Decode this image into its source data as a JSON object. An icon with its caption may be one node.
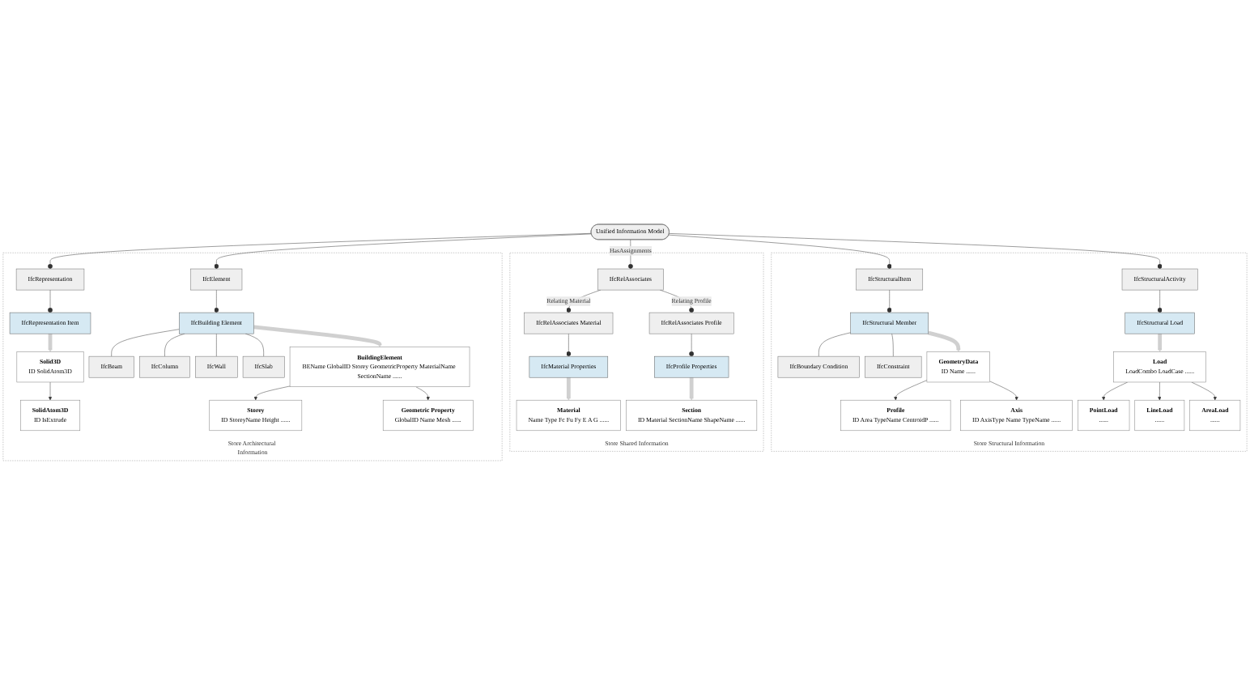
{
  "diagram": {
    "nodes": [
      {
        "text": [
          "Unified Information Model"
        ]
      },
      {
        "text": [
          "Store Architectural Information"
        ]
      },
      {
        "text": [
          "IfcRepresentation"
        ],
        "in": 1
      },
      {
        "text": [
          "IfcElement"
        ],
        "in": 1
      },
      {
        "text": [
          "IfcRepresentation Item"
        ],
        "in": 1
      },
      {
        "text": [
          "IfcBuilding Element"
        ],
        "in": 1
      },
      {
        "text": [
          "IfcBeam"
        ],
        "in": 1
      },
      {
        "text": [
          "IfcColumn"
        ],
        "in": 1
      },
      {
        "text": [
          "IfcWall"
        ],
        "in": 1
      },
      {
        "text": [
          "IfcSlab"
        ],
        "in": 1
      },
      {
        "text": [
          "Solid3D",
          "ID SolidAtom3D"
        ],
        "in": 1
      },
      {
        "text": [
          "SolidAtom3D",
          "ID IsExtrude"
        ],
        "in": 1
      },
      {
        "text": [
          "BuildingElement",
          "BEName GlobalID Storey GeometricProperty MaterialName SectionName ......"
        ],
        "in": 1
      },
      {
        "text": [
          "Storey",
          "ID StoreyName Height ......"
        ],
        "in": 1
      },
      {
        "text": [
          "Geometric Property",
          "GlobalID Name Mesh ......"
        ],
        "in": 1
      },
      {
        "text": [
          "Store Shared Information"
        ]
      },
      {
        "text": [
          "IfcRelAssociates"
        ],
        "in": 15
      },
      {
        "text": [
          "IfcRelAssociates Material"
        ],
        "in": 15
      },
      {
        "text": [
          "IfcRelAssociates Profile"
        ],
        "in": 15
      },
      {
        "text": [
          "IfcMaterial Properties"
        ],
        "in": 15
      },
      {
        "text": [
          "IfcProfile Properties"
        ],
        "in": 15
      },
      {
        "text": [
          "Material",
          "Name Type Fc Fu Fy E A G ......"
        ],
        "in": 15
      },
      {
        "text": [
          "Section",
          "ID Material SectionName ShapeName ......"
        ],
        "in": 15
      },
      {
        "text": [
          "Store Structural Information"
        ]
      },
      {
        "text": [
          "IfcStructuralItem"
        ],
        "in": 23
      },
      {
        "text": [
          "IfcStructuralActivity"
        ],
        "in": 23
      },
      {
        "text": [
          "IfcStructural Member"
        ],
        "in": 23
      },
      {
        "text": [
          "IfcBoundary Condition"
        ],
        "in": 23
      },
      {
        "text": [
          "IfcConstraint"
        ],
        "in": 23
      },
      {
        "text": [
          "IfcStructural Load"
        ],
        "in": 23
      },
      {
        "text": [
          "GeometryData",
          "ID Name ......"
        ],
        "in": 23
      },
      {
        "text": [
          "Profile",
          "ID Area TypeName CentroidP ......"
        ],
        "in": 23
      },
      {
        "text": [
          "Axis",
          "ID AxisType Name TypeName ......"
        ],
        "in": 23
      },
      {
        "text": [
          "Load",
          "LoadCombo LoadCase ......"
        ],
        "in": 23
      },
      {
        "text": [
          "PointLoad",
          "......"
        ],
        "in": 23
      },
      {
        "text": [
          "LineLoad",
          "......"
        ],
        "in": 23
      },
      {
        "text": [
          "AreaLoad",
          "......"
        ],
        "in": 23
      }
    ],
    "edges": [
      {
        "from": 0,
        "to": 2,
        "arrow": "other"
      },
      {
        "from": 0,
        "to": 3,
        "arrow": "other"
      },
      {
        "from": 0,
        "to": 16,
        "arrow": "other",
        "label": "HasAssignments"
      },
      {
        "from": 0,
        "to": 24,
        "arrow": "other"
      },
      {
        "from": 0,
        "to": 25,
        "arrow": "other"
      },
      {
        "from": 2,
        "to": 4,
        "arrow": "other"
      },
      {
        "from": 3,
        "to": 5,
        "arrow": "other"
      },
      {
        "from": 5,
        "to": 6,
        "arrow": "none"
      },
      {
        "from": 5,
        "to": 7,
        "arrow": "none"
      },
      {
        "from": 5,
        "to": 8,
        "arrow": "none"
      },
      {
        "from": 5,
        "to": 9,
        "arrow": "none"
      },
      {
        "from": 4,
        "to": 10,
        "arrow": "to",
        "style": "thick",
        "color": "#d0d0d0"
      },
      {
        "from": 10,
        "to": 11,
        "arrow": "to"
      },
      {
        "from": 5,
        "to": 12,
        "arrow": "to",
        "style": "thick",
        "color": "#d0d0d0"
      },
      {
        "from": 12,
        "to": 13,
        "arrow": "to"
      },
      {
        "from": 12,
        "to": 14,
        "arrow": "to"
      },
      {
        "from": 16,
        "to": 17,
        "arrow": "other",
        "label": "Relating Material"
      },
      {
        "from": 16,
        "to": 18,
        "arrow": "other",
        "label": "Relating Profile"
      },
      {
        "from": 17,
        "to": 19,
        "arrow": "other"
      },
      {
        "from": 18,
        "to": 20,
        "arrow": "other"
      },
      {
        "from": 19,
        "to": 21,
        "arrow": "to",
        "style": "thick",
        "color": "#d0d0d0"
      },
      {
        "from": 20,
        "to": 22,
        "arrow": "to",
        "style": "thick",
        "color": "#d0d0d0"
      },
      {
        "from": 24,
        "to": 26,
        "arrow": "other"
      },
      {
        "from": 26,
        "to": 27,
        "arrow": "none"
      },
      {
        "from": 26,
        "to": 28,
        "arrow": "none"
      },
      {
        "from": 26,
        "to": 30,
        "arrow": "to",
        "style": "thick",
        "color": "#d0d0d0"
      },
      {
        "from": 30,
        "to": 31,
        "arrow": "to"
      },
      {
        "from": 30,
        "to": 32,
        "arrow": "to"
      },
      {
        "from": 25,
        "to": 29,
        "arrow": "other"
      },
      {
        "from": 29,
        "to": 33,
        "arrow": "to",
        "style": "thick",
        "color": "#d0d0d0"
      },
      {
        "from": 33,
        "to": 34,
        "arrow": "to"
      },
      {
        "from": 33,
        "to": 35,
        "arrow": "to"
      },
      {
        "from": 33,
        "to": 36,
        "arrow": "to"
      }
    ]
  }
}
